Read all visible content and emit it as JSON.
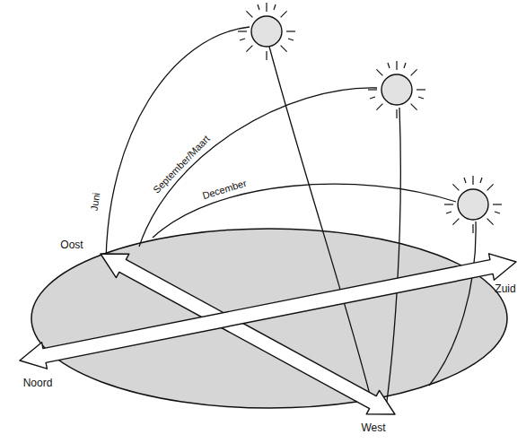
{
  "diagram": {
    "labels": [
      "Juni",
      "September/Maart",
      "December",
      "Oost",
      "Zuid",
      "Noord",
      "West"
    ]
  }
}
